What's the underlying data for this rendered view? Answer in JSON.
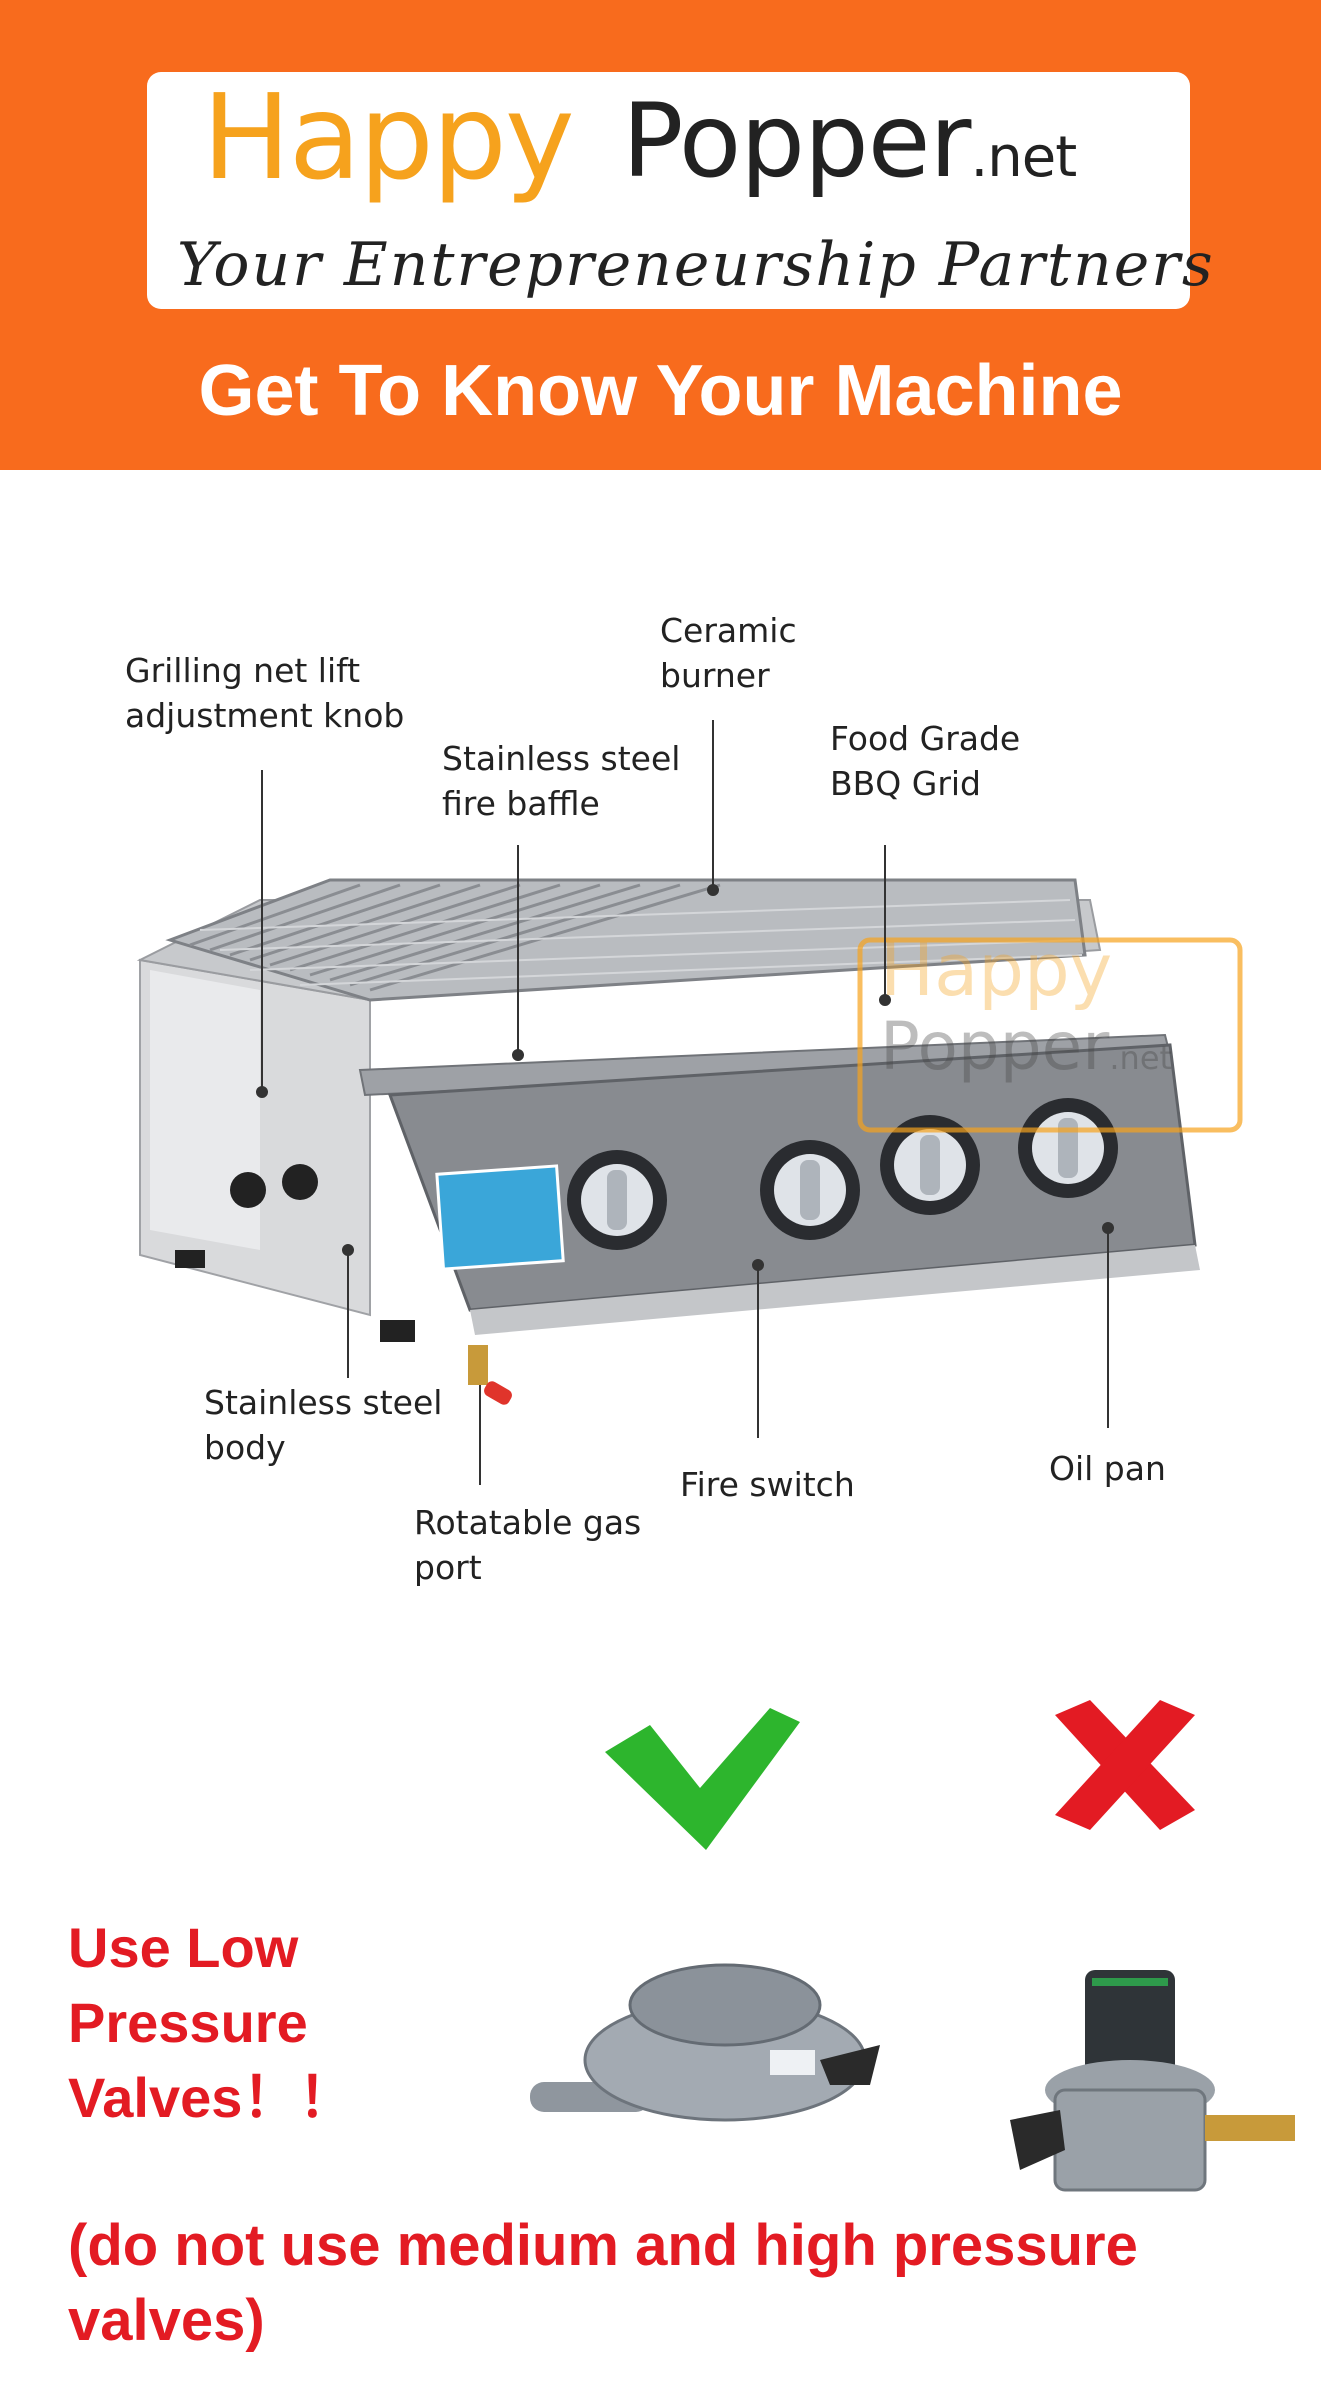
{
  "brand": {
    "logo_happy": "Happy",
    "logo_popper": "Popper",
    "logo_net": ".net",
    "tagline": "Your Entrepreneurship Partners"
  },
  "header": {
    "title": "Get To Know Your Machine"
  },
  "watermark": {
    "happy": "Happy",
    "popper": "Popper",
    "net": ".net"
  },
  "labels": {
    "knob": "Grilling net lift\nadjustment knob",
    "ceramic": "Ceramic\nburner",
    "baffle": "Stainless steel\nfire baffle",
    "grid": "Food Grade\nBBQ Grid",
    "body": "Stainless steel\nbody",
    "gas_port": "Rotatable gas\nport",
    "fire_switch": "Fire switch",
    "oil_pan": "Oil pan"
  },
  "warning": {
    "title": "Use Low\nPressure\nValves！！",
    "note": "(do not use medium and high pressure valves)"
  },
  "colors": {
    "brand_orange": "#f86b1d",
    "logo_yellow": "#f6a21d",
    "warning_red": "#e31b23",
    "check_green": "#2db52d"
  }
}
